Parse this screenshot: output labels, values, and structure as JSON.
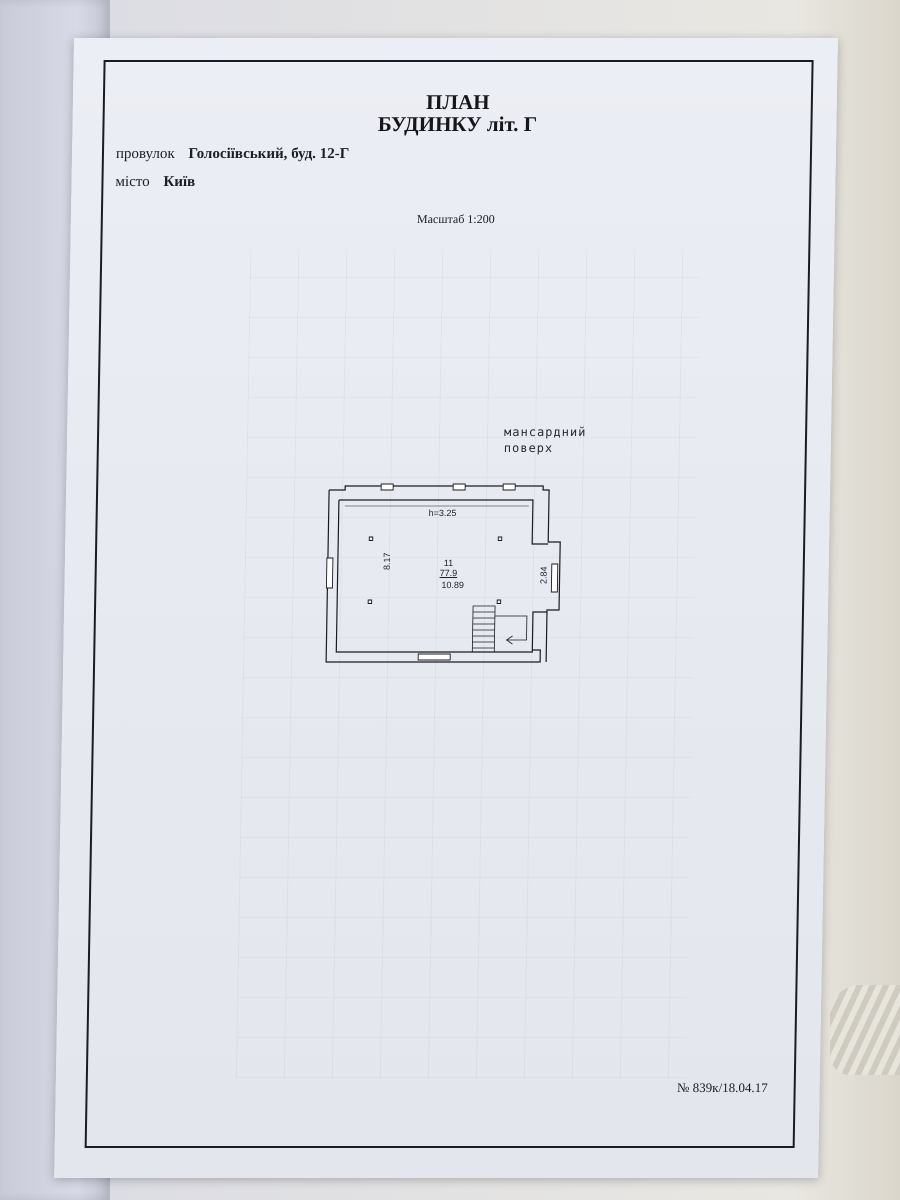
{
  "document": {
    "title_line1": "ПЛАН",
    "title_line2": "БУДИНКУ літ. Г",
    "street_label": "провулок",
    "street_value": "Голосіївський, буд. 12-Г",
    "city_label": "місто",
    "city_value": "Київ",
    "scale": "Масштаб 1:200",
    "floor_label_line1": "мансардний",
    "floor_label_line2": "поверх",
    "doc_number": "№ 839к/18.04.17"
  },
  "plan": {
    "height_note": "h=3.25",
    "room_number": "11",
    "room_area": "77.9",
    "width_dim": "10.89",
    "left_dim": "8.17",
    "right_dim": "2.84"
  },
  "colors": {
    "ink": "#1b1b22",
    "paper": "#eceef5"
  }
}
